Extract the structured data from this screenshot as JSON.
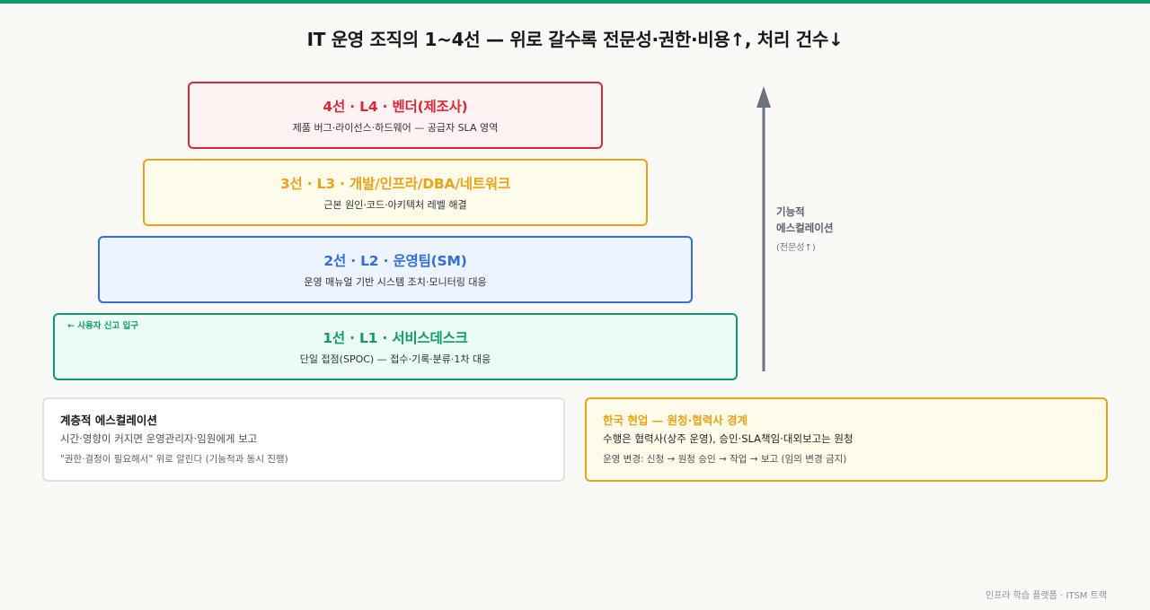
{
  "title": "IT 운영 조직의 1~4선 — 위로 갈수록 전문성·권한·비용↑, 처리 건수↓",
  "colors": {
    "accent_bar": "#0f9b6e",
    "tier4": "#d6293a",
    "tier3": "#e8a317",
    "tier2": "#2f6fd6",
    "tier1": "#0f9b6e",
    "arrow": "#6b7280"
  },
  "tiers": [
    {
      "heading": "4선 · L4 · 벤더(제조사)",
      "desc": "제품 버그·라이선스·하드웨어 — 공급자 SLA 영역"
    },
    {
      "heading": "3선 · L3 · 개발/인프라/DBA/네트워크",
      "desc": "근본 원인·코드·아키텍처 레벨 해결"
    },
    {
      "heading": "2선 · L2 · 운영팀(SM)",
      "desc": "운영 매뉴얼 기반 시스템 조치·모니터링 대응"
    },
    {
      "heading": "1선 · L1 · 서비스데스크",
      "desc": "단일 접점(SPOC) — 접수·기록·분류·1차 대응",
      "entry": "← 사용자 신고 입구"
    }
  ],
  "escalation": {
    "label_line1": "기능적",
    "label_line2": "에스컬레이션",
    "sub": "(전문성↑)"
  },
  "notes": {
    "hierarchical": {
      "title": "계층적 에스컬레이션",
      "line1": "시간·영향이 커지면 운영관리자·임원에게 보고",
      "line2": "\"권한·결정이 필요해서\" 위로 알린다 (기능적과 동시 진행)"
    },
    "korea": {
      "title": "한국 현업 — 원청·협력사 경계",
      "line1": "수행은 협력사(상주 운영), 승인·SLA책임·대외보고는 원청",
      "line2": "운영 변경: 신청 → 원청 승인 → 작업 → 보고 (임의 변경 금지)"
    }
  },
  "footer": "인프라 학습 플랫폼 · ITSM 트랙"
}
